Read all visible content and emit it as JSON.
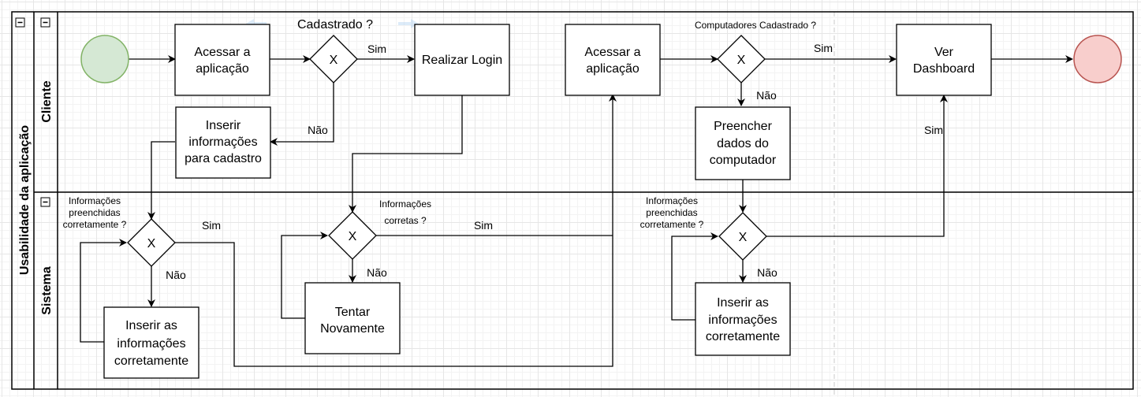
{
  "pool": {
    "title": "Usabilidade da aplicação"
  },
  "lanes": {
    "cliente": "Cliente",
    "sistema": "Sistema"
  },
  "gateway_symbol": "X",
  "nodes": {
    "acessar1": [
      "Acessar a",
      "aplicação"
    ],
    "realizar_login": [
      "Realizar Login"
    ],
    "inserir_cadastro": [
      "Inserir",
      "informações",
      "para cadastro"
    ],
    "acessar2": [
      "Acessar a",
      "aplicação"
    ],
    "preencher": [
      "Preencher",
      "dados do",
      "computador"
    ],
    "ver_dashboard": [
      "Ver",
      "Dashboard"
    ],
    "inserir_corretamente1": [
      "Inserir as",
      "informações",
      "corretamente"
    ],
    "tentar_novamente": [
      "Tentar",
      "Novamente"
    ],
    "inserir_corretamente2": [
      "Inserir as",
      "informações",
      "corretamente"
    ]
  },
  "questions": {
    "cadastrado": "Cadastrado ?",
    "computadores_cadastrado": "Computadores Cadastrado ?",
    "info_preenchidas1": [
      "Informações",
      "preenchidas",
      "corretamente ?"
    ],
    "info_corretas": [
      "Informações",
      "corretas  ?"
    ],
    "info_preenchidas2": [
      "Informações",
      "preenchidas",
      "corretamente ?"
    ]
  },
  "edge_labels": {
    "sim": "Sim",
    "nao": "Não"
  },
  "colors": {
    "start_fill": "#d5e8d4",
    "start_stroke": "#82b366",
    "end_fill": "#f8cecc",
    "end_stroke": "#b85450",
    "line": "#000000"
  }
}
